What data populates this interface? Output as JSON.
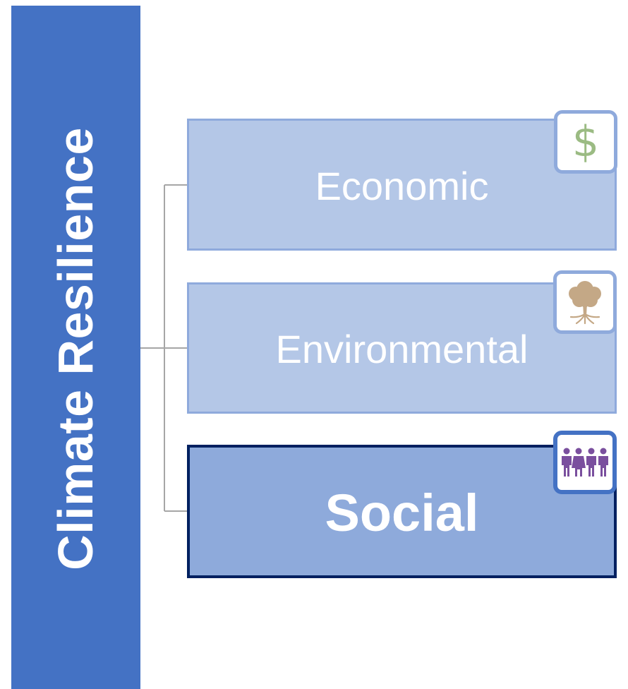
{
  "root": {
    "label": "Climate Resilience",
    "color": "#4472c4"
  },
  "branches": [
    {
      "label": "Economic",
      "icon": "dollar-icon",
      "fill": "#b4c7e7",
      "border": "#8faadc",
      "icon_color": "#9bbb83"
    },
    {
      "label": "Environmental",
      "icon": "tree-icon",
      "fill": "#b4c7e7",
      "border": "#8faadc",
      "icon_color": "#c4a886"
    },
    {
      "label": "Social",
      "icon": "people-icon",
      "fill": "#8eaadb",
      "border": "#002060",
      "icon_color": "#7a4f9e",
      "highlighted": true
    }
  ],
  "connector_color": "#a6a6a6"
}
